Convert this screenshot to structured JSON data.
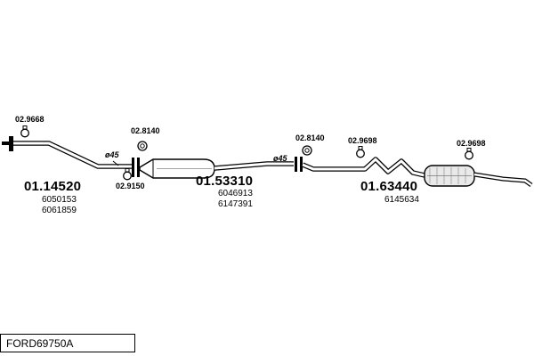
{
  "diagram_code": "FORD69750A",
  "parts": [
    {
      "number": "01.14520",
      "refs": [
        "6050153",
        "6061859"
      ]
    },
    {
      "number": "01.53310",
      "refs": [
        "6046913",
        "6147391"
      ]
    },
    {
      "number": "01.63440",
      "refs": [
        "6145634"
      ]
    }
  ],
  "fittings": [
    {
      "code": "02.9668",
      "type": "clamp"
    },
    {
      "code": "02.8140",
      "type": "hanger"
    },
    {
      "code": "02.9150",
      "type": "clamp"
    },
    {
      "code": "02.8140",
      "type": "hanger"
    },
    {
      "code": "02.9698",
      "type": "clamp"
    },
    {
      "code": "02.9698",
      "type": "clamp"
    }
  ],
  "annotations": {
    "diameter_front": "ø45",
    "diameter_mid": "ø45"
  }
}
